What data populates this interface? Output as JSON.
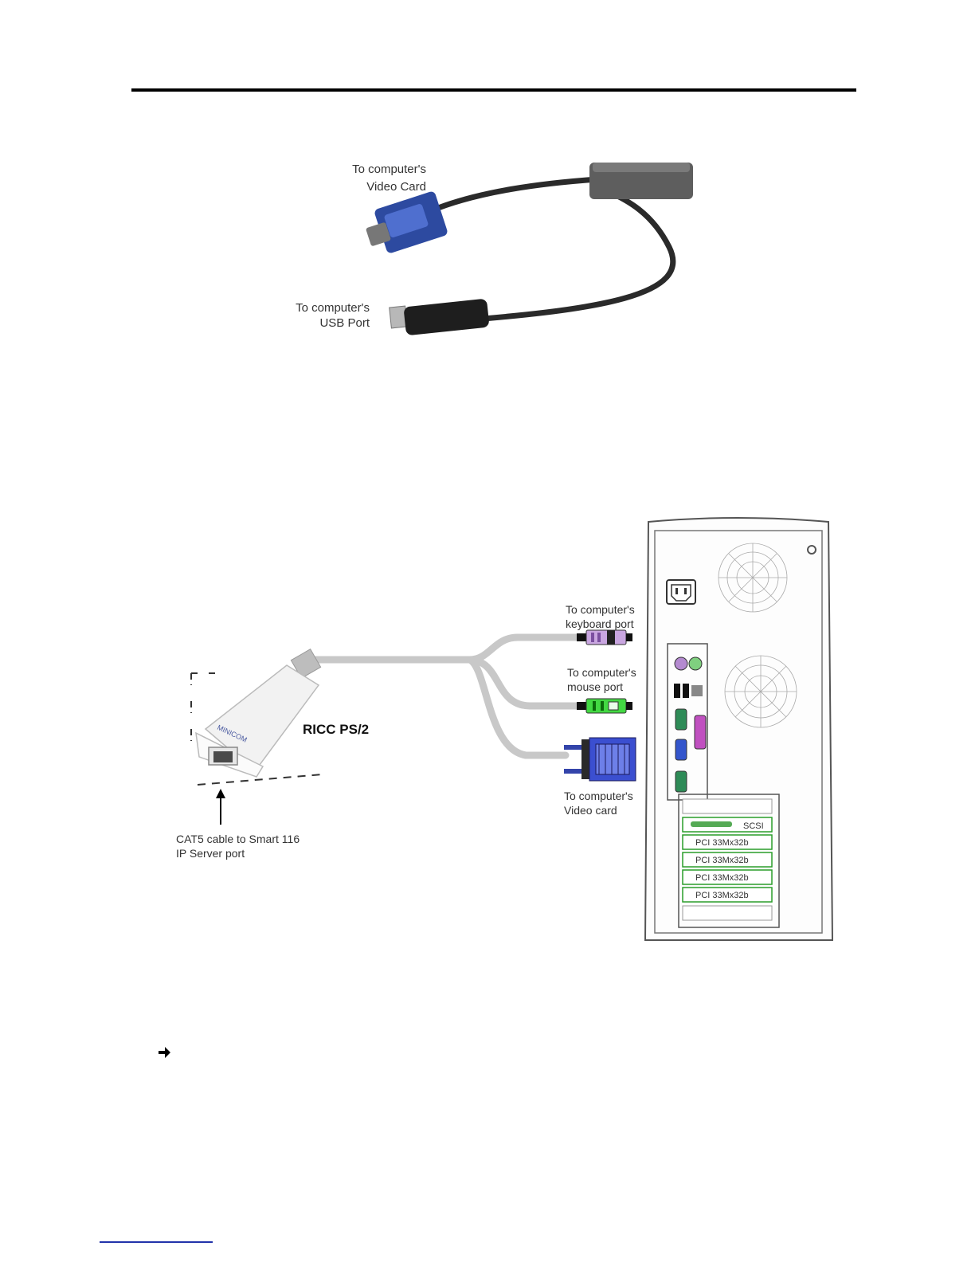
{
  "figure1": {
    "video_label": [
      "To computer's",
      "Video Card"
    ],
    "usb_label": [
      "To computer's",
      "USB Port"
    ]
  },
  "figure2": {
    "keyboard_label": [
      "To computer's",
      "keyboard port"
    ],
    "mouse_label": [
      "To computer's",
      "mouse port"
    ],
    "video_label": [
      "To computer's",
      "Video card"
    ],
    "device_label": "RICC PS/2",
    "cat5_label": [
      "CAT5 cable to Smart 116",
      "IP Server port"
    ],
    "brand_text": "MINICOM",
    "scsi_label": "SCSI",
    "pci_slots": [
      "PCI 33Mx32b",
      "PCI 33Mx32b",
      "PCI 33Mx32b",
      "PCI 33Mx32b"
    ]
  }
}
